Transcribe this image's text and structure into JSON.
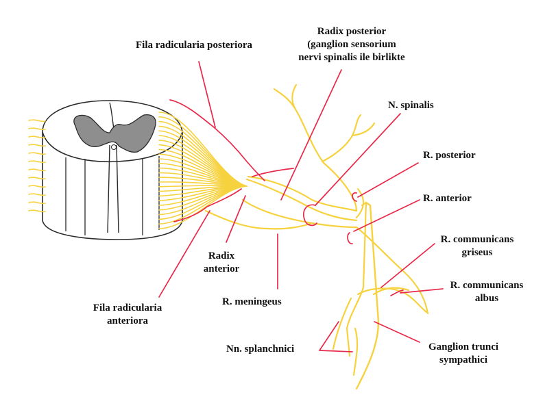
{
  "colors": {
    "nerve": "#F6D23F",
    "leader": "#E8294A",
    "outline": "#2a2a2a",
    "grey_matter": "#8e8e8e",
    "background": "#ffffff"
  },
  "labels": {
    "fila_posterior": "Fila radicularia posteriora",
    "radix_posterior": [
      "Radix posterior",
      "(ganglion sensorium",
      "nervi spinalis ile birlikte"
    ],
    "n_spinalis": "N. spinalis",
    "r_posterior": "R. posterior",
    "r_anterior": "R. anterior",
    "r_comm_griseus": [
      "R. communicans",
      "griseus"
    ],
    "r_comm_albus": [
      "R. communicans",
      "albus"
    ],
    "ganglion": [
      "Ganglion trunci",
      "sympathici"
    ],
    "nn_splanchnici": "Nn. splanchnici",
    "r_meningeus": "R. meningeus",
    "radix_anterior": [
      "Radix",
      "anterior"
    ],
    "fila_anterior": [
      "Fila radicularia",
      "anteriora"
    ]
  }
}
